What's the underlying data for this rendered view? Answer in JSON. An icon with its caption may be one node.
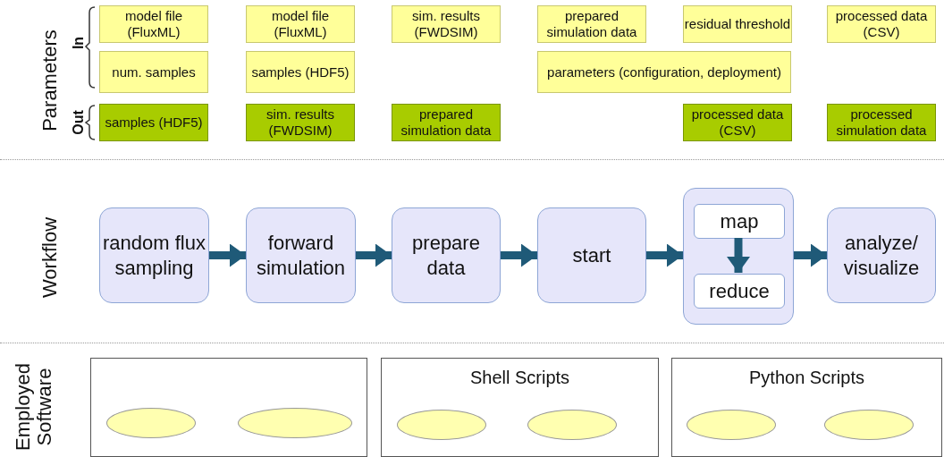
{
  "diagram": {
    "nodes": [
      {
        "text": [
          "model file (FluxML)"
        ]
      },
      {
        "text": [
          "num. samples"
        ]
      },
      {
        "text": [
          "samples (HDF5)"
        ]
      },
      {
        "text": [
          "model file (FluxML)"
        ]
      },
      {
        "text": [
          "samples (HDF5)"
        ]
      },
      {
        "text": [
          "sim. results (FWDSIM)"
        ]
      },
      {
        "text": [
          "sim. results (FWDSIM)"
        ]
      },
      {
        "text": [
          "prepared simulation data"
        ]
      },
      {
        "text": [
          "prepared simulation data"
        ]
      },
      {
        "text": [
          "parameters (configuration, deployment)"
        ]
      },
      {
        "text": [
          "residual threshold"
        ]
      },
      {
        "text": [
          "processed data (CSV)"
        ]
      },
      {
        "text": [
          "processed data (CSV)"
        ]
      },
      {
        "text": [
          "processed simulation data"
        ]
      },
      {
        "text": [
          "random flux sampling"
        ]
      },
      {
        "text": [
          "forward simulation"
        ]
      },
      {
        "text": [
          "prepare data"
        ]
      },
      {
        "text": [
          "start"
        ]
      },
      {
        "text": [],
        "shape": "box"
      },
      {
        "text": [
          "map"
        ],
        "in": 18
      },
      {
        "text": [
          "reduce"
        ],
        "in": 18
      },
      {
        "text": [
          "analyze/ visualize"
        ]
      },
      {
        "text": [],
        "shape": "box"
      },
      {
        "text": [],
        "shape": "ellipse",
        "in": 22
      },
      {
        "text": [],
        "shape": "ellipse",
        "in": 22
      },
      {
        "text": [
          "Shell Scripts"
        ]
      },
      {
        "text": [],
        "shape": "ellipse",
        "in": 25
      },
      {
        "text": [],
        "shape": "ellipse",
        "in": 25
      },
      {
        "text": [
          "Python Scripts"
        ]
      },
      {
        "text": [],
        "shape": "ellipse",
        "in": 28
      },
      {
        "text": [],
        "shape": "ellipse",
        "in": 28
      }
    ],
    "edges": [
      {
        "from": 14,
        "to": 15,
        "arrow": "to"
      },
      {
        "from": 15,
        "to": 16,
        "arrow": "to"
      },
      {
        "from": 16,
        "to": 17,
        "arrow": "to"
      },
      {
        "from": 17,
        "to": 18,
        "arrow": "to"
      },
      {
        "from": 19,
        "to": 20,
        "arrow": "to"
      },
      {
        "from": 18,
        "to": 21,
        "arrow": "to"
      }
    ],
    "labels": [
      "Parameters",
      "In",
      "Out",
      "Workflow",
      "Employed Software"
    ]
  }
}
